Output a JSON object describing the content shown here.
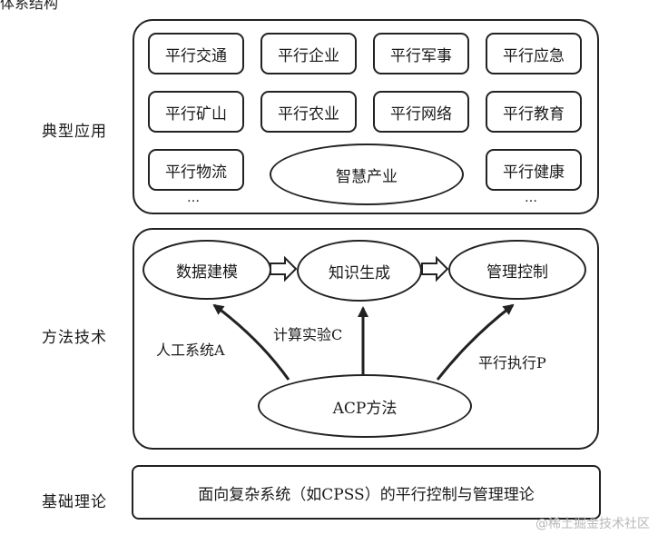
{
  "top_caption_fragment": "体系结构",
  "sections": {
    "applications": {
      "label": "典型应用",
      "items": [
        "平行交通",
        "平行企业",
        "平行军事",
        "平行应急",
        "平行矿山",
        "平行农业",
        "平行网络",
        "平行教育",
        "平行物流",
        "平行健康"
      ],
      "center_ellipse": "智慧产业",
      "ellipsis": "…"
    },
    "methods": {
      "label": "方法技术",
      "flow": [
        "数据建模",
        "知识生成",
        "管理控制"
      ],
      "core": "ACP方法",
      "arrow_labels": {
        "artificial_system": "人工系统A",
        "computational_experiment": "计算实验C",
        "parallel_execution": "平行执行P"
      }
    },
    "theory": {
      "label": "基础理论",
      "content": "面向复杂系统（如CPSS）的平行控制与管理理论"
    }
  },
  "watermark": "@稀土掘金技术社区"
}
